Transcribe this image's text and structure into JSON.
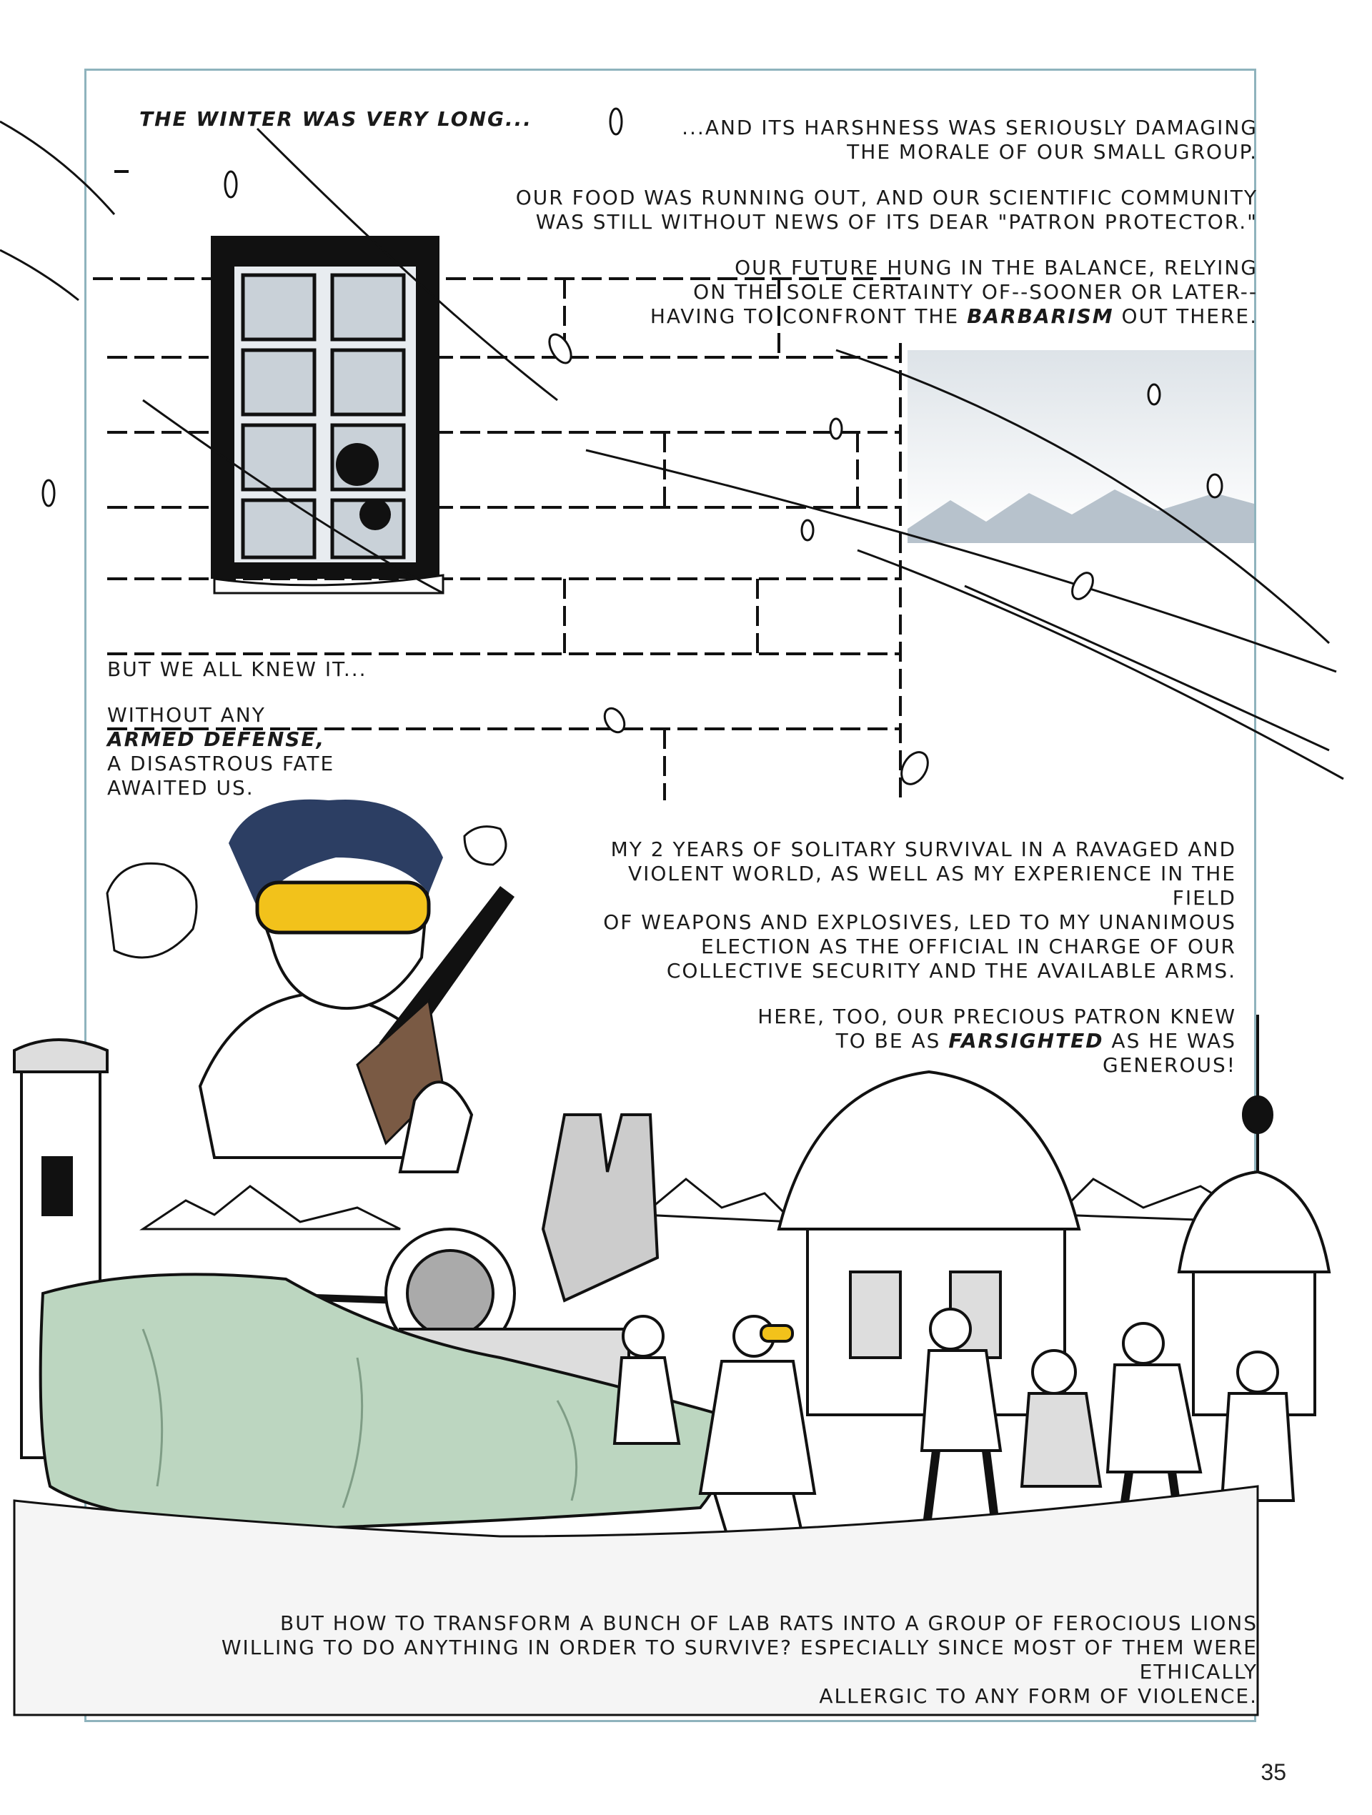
{
  "captions": {
    "intro": "THE WINTER WAS VERY LONG...",
    "top_right": [
      [
        "...AND ITS HARSHNESS WAS SERIOUSLY DAMAGING",
        "THE MORALE OF OUR SMALL GROUP."
      ],
      [
        "OUR FOOD WAS RUNNING OUT, AND OUR SCIENTIFIC COMMUNITY",
        "WAS STILL WITHOUT NEWS OF ITS DEAR \"PATRON PROTECTOR.\""
      ],
      [
        "OUR FUTURE HUNG IN THE BALANCE, RELYING",
        "ON THE SOLE CERTAINTY OF--SOONER OR LATER--"
      ]
    ],
    "barbarism_pre": "HAVING TO CONFRONT THE ",
    "barbarism_word": "BARBARISM",
    "barbarism_post": " OUT THERE.",
    "left_1": "BUT WE ALL KNEW IT...",
    "left_2_a": "WITHOUT ANY",
    "left_2_bold": "ARMED DEFENSE,",
    "left_2_b": "A DISASTROUS FATE",
    "left_2_c": "AWAITED US.",
    "mid_right": [
      "MY 2 YEARS OF SOLITARY SURVIVAL IN A RAVAGED AND",
      "VIOLENT WORLD, AS WELL AS MY EXPERIENCE IN THE FIELD",
      "OF WEAPONS AND EXPLOSIVES, LED TO MY UNANIMOUS",
      "ELECTION AS THE OFFICIAL IN CHARGE OF OUR",
      "COLLECTIVE SECURITY AND THE AVAILABLE ARMS."
    ],
    "patron_1": "HERE, TOO, OUR PRECIOUS PATRON KNEW",
    "patron_2_pre": "TO BE AS ",
    "patron_2_bold": "FARSIGHTED",
    "patron_2_post": " AS HE WAS",
    "patron_3": "GENEROUS!",
    "bottom": [
      "BUT HOW TO TRANSFORM A BUNCH OF LAB RATS INTO A GROUP OF FEROCIOUS LIONS",
      "WILLING TO DO ANYTHING IN ORDER TO SURVIVE? ESPECIALLY SINCE MOST OF THEM WERE ETHICALLY",
      "ALLERGIC TO ANY FORM OF VIOLENCE."
    ]
  },
  "page_number": "35",
  "colors": {
    "frame": "#8fb3bd",
    "goggles": "#f2c21b",
    "tarp": "#bcd6c0",
    "gun_stock": "#7a5a44",
    "hair": "#2c3e63"
  }
}
